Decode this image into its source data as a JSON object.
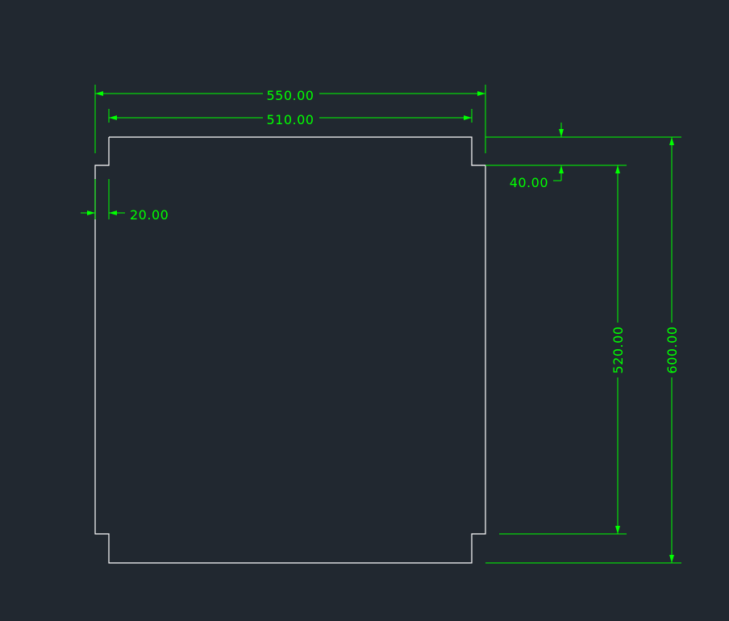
{
  "drawing": {
    "background_color": "#212830",
    "outline_color": "#ffffff",
    "dimension_color": "#00ff00",
    "dimensions": {
      "overall_width": "550.00",
      "inner_width": "510.00",
      "notch_width": "20.00",
      "notch_depth": "40.00",
      "inner_height": "520.00",
      "overall_height": "600.00"
    }
  }
}
